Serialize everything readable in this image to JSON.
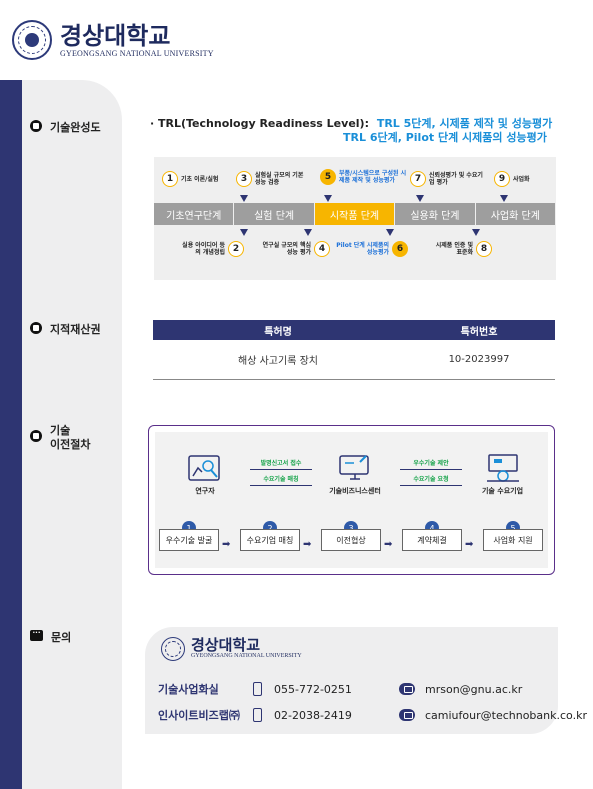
{
  "header": {
    "brand_kr": "경상대학교",
    "brand_en": "GYEONGSANG NATIONAL UNIVERSITY"
  },
  "sections": {
    "maturity": "기술완성도",
    "ip": "지적재산권",
    "transfer_line1": "기술",
    "transfer_line2": "이전절차",
    "contact": "문의"
  },
  "trl": {
    "label": "·  TRL(Technology Readiness Level):",
    "line1": "TRL 5단계,  시제품 제작 및 성능평가",
    "line2": "TRL 6단계,  Pilot 단계 시제품의 성능평가"
  },
  "stages": [
    "기초연구단계",
    "실험 단계",
    "시작품 단계",
    "실용화 단계",
    "사업화 단계"
  ],
  "steps_top": [
    {
      "n": "1",
      "text": "기초 이론/실험"
    },
    {
      "n": "3",
      "text": "실험실 규모의 기본성능 검증"
    },
    {
      "n": "5",
      "text": "부품/시스템으로 구성된 시제품 제작 및 성능평가"
    },
    {
      "n": "7",
      "text": "신뢰성평가 및 수요기업 평가"
    },
    {
      "n": "9",
      "text": "사업화"
    }
  ],
  "steps_bottom": [
    {
      "n": "2",
      "text": "실용 아이디어 등의 개념정립"
    },
    {
      "n": "4",
      "text": "연구실 규모의 핵심성능 평가"
    },
    {
      "n": "6",
      "text": "Pilot 단계 시제품의 성능평가"
    },
    {
      "n": "8",
      "text": "시제품 인증 및 표준화"
    }
  ],
  "patent": {
    "headers": [
      "특허명",
      "특허번호"
    ],
    "rows": [
      {
        "name": "해상 사고기록 장치",
        "number": "10-2023997"
      }
    ]
  },
  "transfer": {
    "actors": [
      "연구자",
      "기술비즈니스센터",
      "기술 수요기업"
    ],
    "flow_left": [
      "발명신고서 접수",
      "수요기술 매칭"
    ],
    "flow_right": [
      "우수기술 제안",
      "수요기술 요청"
    ],
    "process": [
      {
        "n": "1",
        "label": "우수기술 발굴"
      },
      {
        "n": "2",
        "label": "수요기업 매칭"
      },
      {
        "n": "3",
        "label": "이전협상"
      },
      {
        "n": "4",
        "label": "계약체결"
      },
      {
        "n": "5",
        "label": "사업화 지원"
      }
    ]
  },
  "contact": {
    "brand_kr": "경상대학교",
    "brand_en": "GYEONGSANG NATIONAL UNIVERSITY",
    "rows": [
      {
        "org": "기술사업화실",
        "phone": "055-772-0251",
        "email": "mrson@gnu.ac.kr"
      },
      {
        "org": "인사이트비즈랩㈜",
        "phone": "02-2038-2419",
        "email": "camiufour@technobank.co.kr"
      }
    ]
  }
}
